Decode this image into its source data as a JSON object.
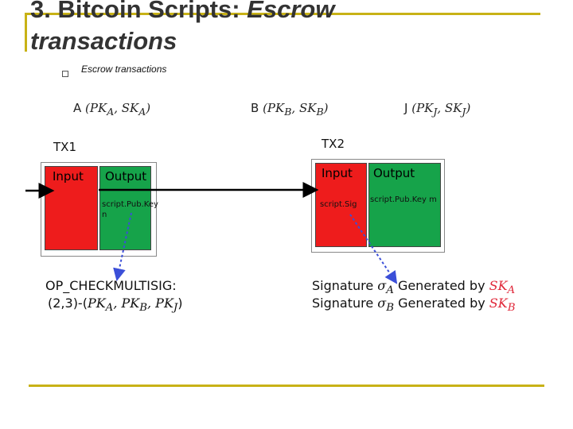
{
  "slide": {
    "title_part1": "3. Bitcoin Scripts: ",
    "title_part2": "Escrow",
    "title_line2": "transactions",
    "bullet": "Escrow transactions"
  },
  "parties": {
    "a": {
      "label": "A",
      "keys": "(PK",
      "sub1": "A",
      "mid": ", SK",
      "sub2": "A",
      "end": ")"
    },
    "b": {
      "label": "B",
      "keys": "(PK",
      "sub1": "B",
      "mid": ", SK",
      "sub2": "B",
      "end": ")"
    },
    "j": {
      "label": "J",
      "keys": "(PK",
      "sub1": "J",
      "mid": ", SK",
      "sub2": "J",
      "end": ")"
    }
  },
  "tx1": {
    "label": "TX1",
    "input_label": "Input",
    "output_label": "Output",
    "output_script": "script.Pub.Key n"
  },
  "tx2": {
    "label": "TX2",
    "input_label": "Input",
    "input_script": "script.Sig",
    "output_label": "Output",
    "output_script": "script.Pub.Key m"
  },
  "multisig": {
    "line1": "OP_CHECKMULTISIG:",
    "line2_prefix": "(2,3)-(",
    "k1": "PK",
    "k1s": "A",
    "k2": "PK",
    "k2s": "B",
    "k3": "PK",
    "k3s": "J",
    "line2_suffix": ")"
  },
  "signatures": [
    {
      "word": "Signature",
      "sigma": "σ",
      "sigsub": "A",
      "gen": "Generated by",
      "key": "SK",
      "keysub": "A"
    },
    {
      "word": "Signature",
      "sigma": "σ",
      "sigsub": "B",
      "gen": "Generated by",
      "key": "SK",
      "keysub": "B"
    }
  ],
  "colors": {
    "accent_bar": "#c8b216",
    "input_cell": "#ee1c1c",
    "output_cell": "#16a34a",
    "dashed_arrow": "#3b4fd8",
    "sk_text": "#e0283a"
  }
}
